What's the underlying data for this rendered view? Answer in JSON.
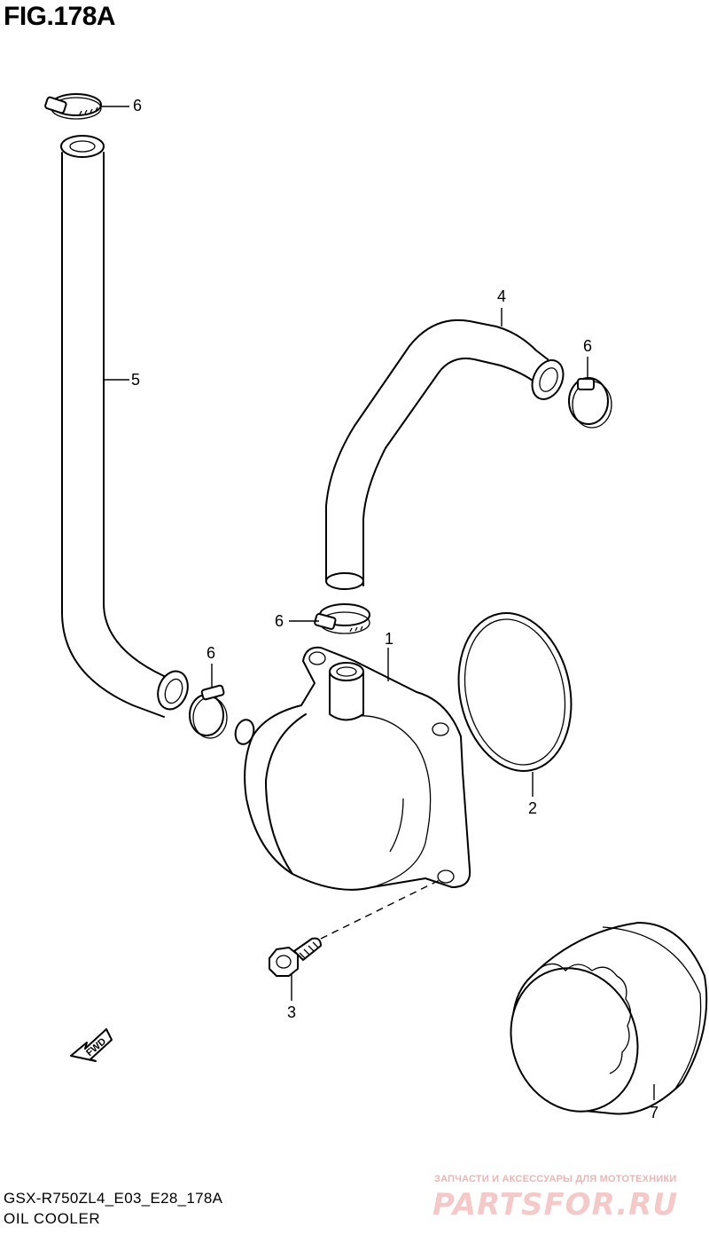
{
  "figure": {
    "title": "FIG.178A",
    "model_code": "GSX-R750ZL4_E03_E28_178A",
    "caption": "OIL COOLER"
  },
  "callouts": [
    {
      "id": "callout-1",
      "text": "1",
      "part": "oil-cooler"
    },
    {
      "id": "callout-2",
      "text": "2",
      "part": "o-ring"
    },
    {
      "id": "callout-3",
      "text": "3",
      "part": "bolt"
    },
    {
      "id": "callout-4",
      "text": "4",
      "part": "hose-upper"
    },
    {
      "id": "callout-5",
      "text": "5",
      "part": "hose-long"
    },
    {
      "id": "callout-6a",
      "text": "6",
      "part": "clamp-top"
    },
    {
      "id": "callout-6b",
      "text": "6",
      "part": "clamp-right"
    },
    {
      "id": "callout-6c",
      "text": "6",
      "part": "clamp-center"
    },
    {
      "id": "callout-6d",
      "text": "6",
      "part": "clamp-left"
    },
    {
      "id": "callout-7",
      "text": "7",
      "part": "oil-filter"
    }
  ],
  "fwd_label": "FWD",
  "watermark": {
    "tagline": "ЗАПЧАСТИ И АКСЕССУАРЫ ДЛЯ МОТОТЕХНИКИ",
    "brand": "PARTSFOR.RU"
  }
}
